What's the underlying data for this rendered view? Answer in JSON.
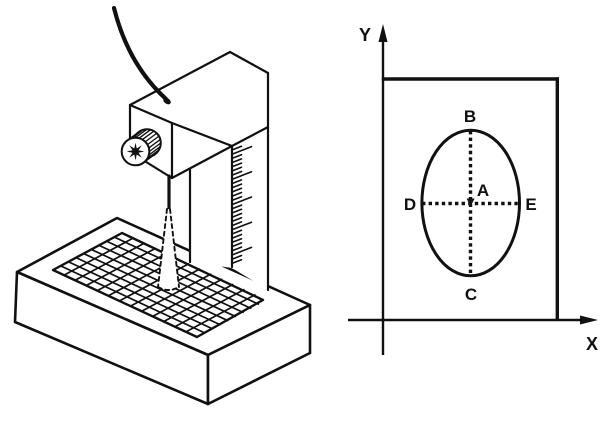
{
  "illustration": {
    "kind": "coordinate-measuring-machine-drawing",
    "machine_parts": [
      "signal-cable",
      "measuring-head",
      "thumb-knob",
      "vertical-column",
      "height-scale",
      "probe-cone",
      "gridded-worktable"
    ]
  },
  "diagram": {
    "x_axis_label": "X",
    "y_axis_label": "Y",
    "labels": {
      "center": "A",
      "top": "B",
      "bottom": "C",
      "left": "D",
      "right": "E"
    }
  },
  "colors": {
    "ink": "#111111",
    "background": "#ffffff"
  }
}
